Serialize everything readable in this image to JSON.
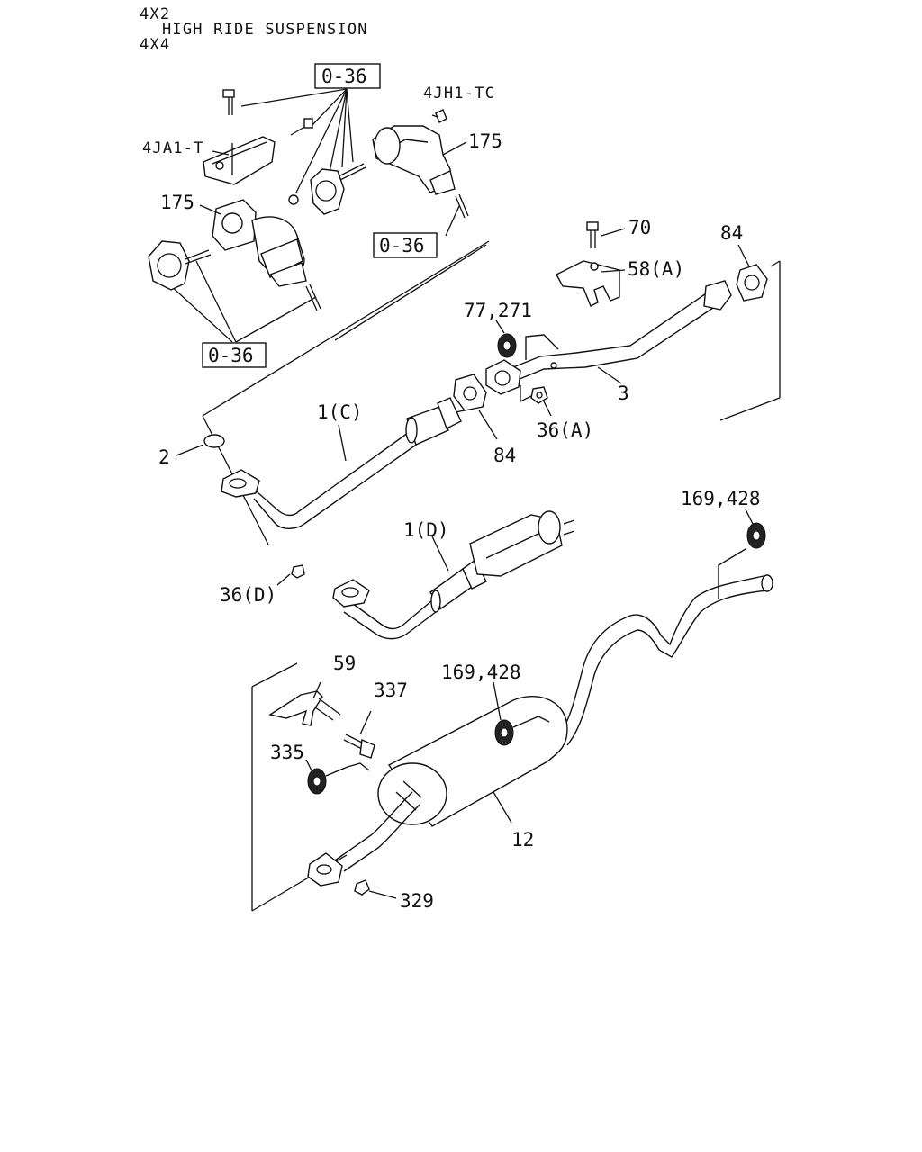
{
  "header": {
    "drive_4x2": "4X2",
    "suspension": "HIGH RIDE SUSPENSION",
    "drive_4x4": "4X4"
  },
  "labels": {
    "ref_top": "0-36",
    "ref_mid": "0-36",
    "ref_left": "0-36",
    "engine_4jh1": "4JH1-TC",
    "engine_4ja1": "4JA1-T",
    "p175_right": "175",
    "p175_left": "175",
    "p70": "70",
    "p84_right": "84",
    "p58a": "58(A)",
    "p77_271": "77,271",
    "p3": "3",
    "p36a": "36(A)",
    "p84_mid": "84",
    "p1c": "1(C)",
    "p2": "2",
    "p36d": "36(D)",
    "p1d": "1(D)",
    "p169_428_top": "169,428",
    "p59": "59",
    "p337": "337",
    "p169_428_mid": "169,428",
    "p335": "335",
    "p12": "12",
    "p329": "329"
  }
}
